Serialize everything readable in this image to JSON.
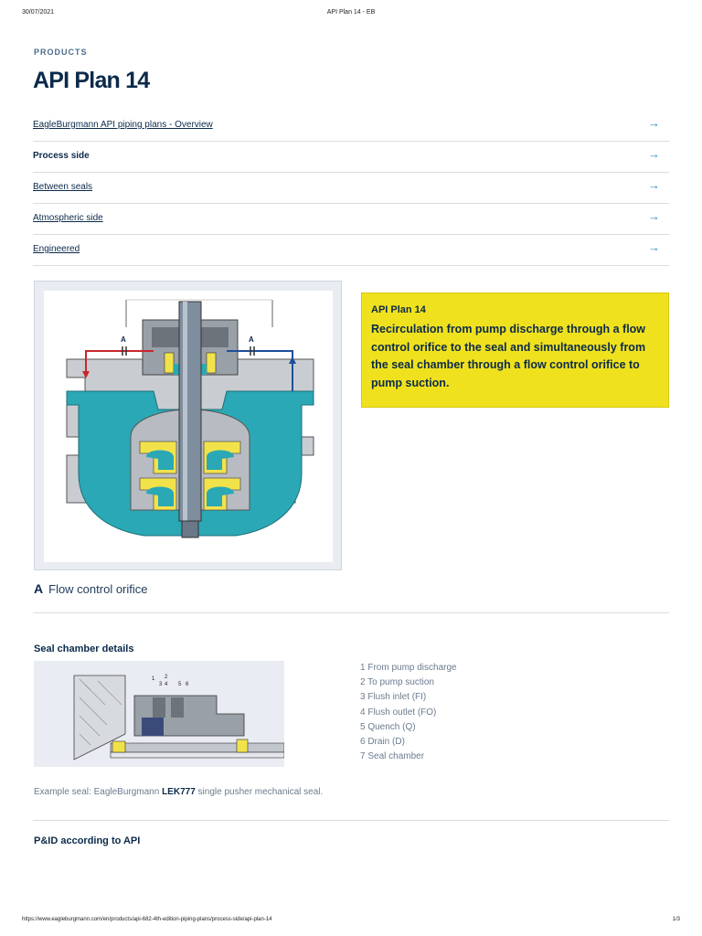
{
  "print_header": {
    "date": "30/07/2021",
    "title": "API Plan 14 - EB"
  },
  "eyebrow": "PRODUCTS",
  "title": "API Plan 14",
  "nav": [
    {
      "label": "EagleBurgmann API piping plans - Overview",
      "arrow": "→",
      "active": false
    },
    {
      "label": "Process side",
      "arrow": "→",
      "active": true
    },
    {
      "label": "Between seals",
      "arrow": "→",
      "active": false
    },
    {
      "label": "Atmospheric side",
      "arrow": "→",
      "active": false
    },
    {
      "label": "Engineered",
      "arrow": "→",
      "active": false
    }
  ],
  "diagram": {
    "marker_left": "A",
    "marker_right": "A"
  },
  "legend": {
    "key": "A",
    "text": "Flow control orifice"
  },
  "info_box": {
    "title": "API Plan 14",
    "description": "Recirculation from pump discharge through a flow control orifice to the seal and simultaneously from the seal chamber through a flow control orifice to pump suction."
  },
  "seal_section": {
    "heading": "Seal chamber details",
    "diagram_numbers": [
      "1",
      "2",
      "3",
      "4",
      "5",
      "6"
    ],
    "items": [
      "1  From pump discharge",
      "2  To pump suction",
      "3  Flush inlet (FI)",
      "4  Flush outlet (FO)",
      "5  Quench (Q)",
      "6  Drain (D)",
      "7  Seal chamber"
    ],
    "example_prefix": "Example seal: EagleBurgmann ",
    "example_bold": "LEK777",
    "example_suffix": " single pusher mechanical seal."
  },
  "pid_heading": "P&ID according to API",
  "footer": {
    "url": "https://www.eagleburgmann.com/en/products/api-682-4th-edition-piping-plans/process-side/api-plan-14",
    "page": "1/3"
  },
  "colors": {
    "accent": "#1a8fc7",
    "yellow": "#f0e11e",
    "teal": "#2aa8b5",
    "navy": "#0b2a4a",
    "seal_yellow": "#f2e24a",
    "line_red": "#c8262c",
    "line_blue": "#1f4e9a"
  }
}
